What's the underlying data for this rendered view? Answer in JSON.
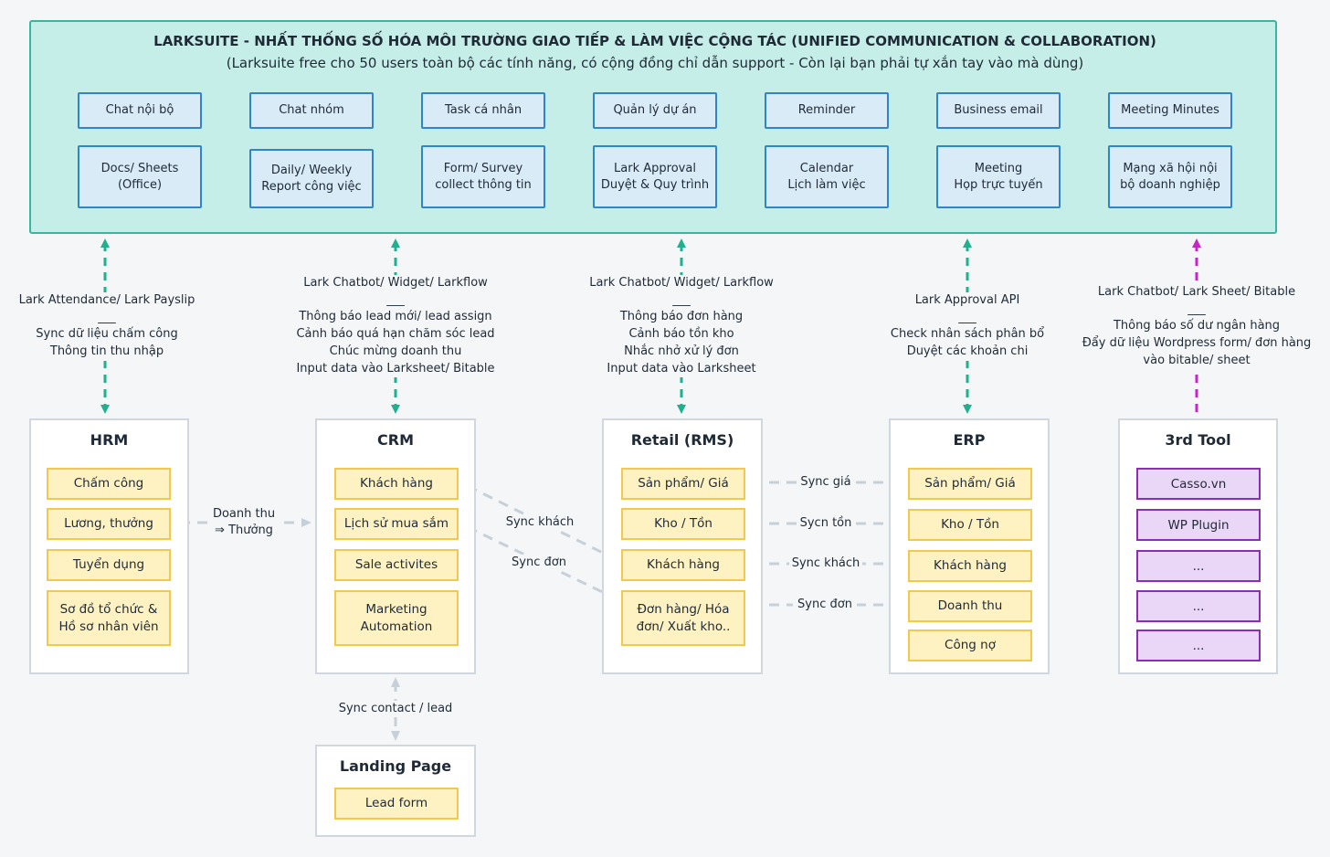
{
  "header": {
    "title": "LARKSUITE - NHẤT THỐNG SỐ HÓA MÔI TRƯỜNG GIAO TIẾP & LÀM VIỆC CỘNG TÁC (UNIFIED COMMUNICATION & COLLABORATION)",
    "subtitle": "(Larksuite free cho 50 users toàn bộ các tính năng, có cộng đồng chỉ dẫn support - Còn lại bạn phải tự xắn tay vào mà dùng)"
  },
  "lark_row1": [
    "Chat nội bộ",
    "Chat nhóm",
    "Task cá nhân",
    "Quản lý dự án",
    "Reminder",
    "Business email",
    "Meeting Minutes"
  ],
  "lark_row2": [
    "Docs/ Sheets\n(Office)",
    "Daily/ Weekly\nReport công việc",
    "Form/ Survey\ncollect thông tin",
    "Lark Approval\nDuyệt & Quy trình",
    "Calendar\nLịch làm việc",
    "Meeting\nHọp trực tuyến",
    "Mạng xã hội nội\nbộ doanh nghiệp"
  ],
  "integrations": {
    "hrm": "Lark Attendance/ Lark Payslip\n___\nSync dữ liệu chấm công\nThông tin thu  nhập",
    "crm": "Lark Chatbot/ Widget/ Larkflow\n___\nThông báo lead mới/ lead assign\nCảnh báo quá hạn chăm sóc lead\nChúc mừng doanh thu\nInput data vào Larksheet/ Bitable",
    "rms": "Lark Chatbot/ Widget/ Larkflow\n___\nThông báo đơn hàng\nCảnh báo tồn kho\nNhắc nhở xử lý đơn\nInput data vào Larksheet",
    "erp": "Lark Approval API\n___\nCheck nhân sách phân bổ\nDuyệt các khoản chi",
    "tool": "Lark Chatbot/ Lark Sheet/ Bitable\n___\nThông báo số dư ngân hàng\nĐẩy dữ liệu Wordpress form/ đơn hàng\nvào bitable/ sheet"
  },
  "modules": {
    "hrm": {
      "title": "HRM",
      "items": [
        "Chấm công",
        "Lương, thưởng",
        "Tuyển dụng",
        "Sơ đồ tổ chức &\nHồ sơ nhân viên"
      ]
    },
    "crm": {
      "title": "CRM",
      "items": [
        "Khách hàng",
        "Lịch sử mua sắm",
        "Sale activites",
        "Marketing\nAutomation"
      ]
    },
    "rms": {
      "title": "Retail (RMS)",
      "items": [
        "Sản phẩm/ Giá",
        "Kho / Tồn",
        "Khách hàng",
        "Đơn hàng/ Hóa\nđơn/ Xuất kho.."
      ]
    },
    "erp": {
      "title": "ERP",
      "items": [
        "Sản phẩm/ Giá",
        "Kho / Tồn",
        "Khách hàng",
        "Doanh thu",
        "Công nợ"
      ]
    },
    "tool": {
      "title": "3rd Tool",
      "items": [
        "Casso.vn",
        "WP Plugin",
        "...",
        "...",
        "..."
      ]
    },
    "landing": {
      "title": "Landing Page",
      "items": [
        "Lead form"
      ]
    }
  },
  "connectors": {
    "hrm_crm": "Doanh thu\n⇒ Thưởng",
    "sync_khach": "Sync khách",
    "sync_don": "Sync đơn",
    "rms_erp": [
      "Sync giá",
      "Sycn tồn",
      "Sync khách",
      "Sync đơn"
    ],
    "landing": "Sync contact / lead"
  },
  "colors": {
    "teal": "#20b08e",
    "magenta": "#c627c4",
    "grey": "#c7d0d9"
  }
}
